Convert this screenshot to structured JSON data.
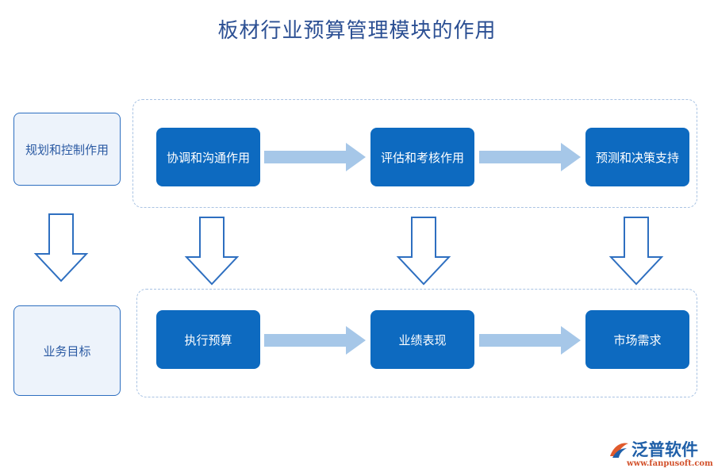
{
  "title": "板材行业预算管理模块的作用",
  "rows": [
    {
      "label": "规划和控制作用",
      "nodes": [
        "协调和沟通作用",
        "评估和考核作用",
        "预测和决策支持"
      ]
    },
    {
      "label": "业务目标",
      "nodes": [
        "执行预算",
        "业绩表现",
        "市场需求"
      ]
    }
  ],
  "logo": {
    "name": "泛普软件",
    "url": "www.fanpusoft.com"
  },
  "colors": {
    "node_fill": "#0d6ac0",
    "side_fill": "#edf3fb",
    "arrow_fill": "#a6c7e8",
    "outline": "#2e6fc0",
    "title": "#2b4f93"
  }
}
